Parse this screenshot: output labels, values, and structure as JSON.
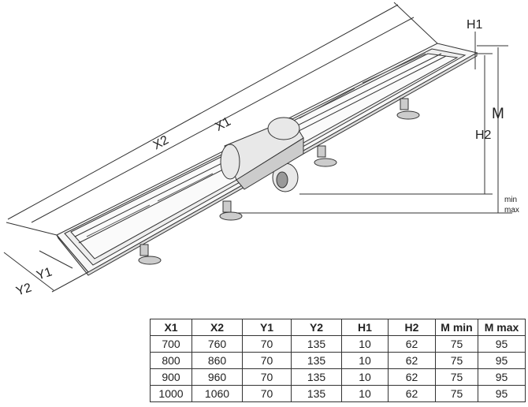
{
  "drawing": {
    "labels": {
      "x1": "X1",
      "x2": "X2",
      "y1": "Y1",
      "y2": "Y2",
      "h1": "H1",
      "h2": "H2",
      "m": "M",
      "min": "min",
      "max": "max"
    }
  },
  "table": {
    "headers": [
      "X1",
      "X2",
      "Y1",
      "Y2",
      "H1",
      "H2",
      "M min",
      "M max"
    ],
    "rows": [
      [
        "700",
        "760",
        "70",
        "135",
        "10",
        "62",
        "75",
        "95"
      ],
      [
        "800",
        "860",
        "70",
        "135",
        "10",
        "62",
        "75",
        "95"
      ],
      [
        "900",
        "960",
        "70",
        "135",
        "10",
        "62",
        "75",
        "95"
      ],
      [
        "1000",
        "1060",
        "70",
        "135",
        "10",
        "62",
        "75",
        "95"
      ]
    ]
  }
}
